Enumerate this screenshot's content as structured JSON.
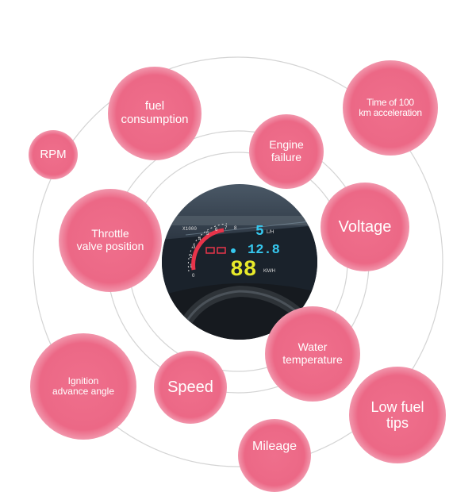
{
  "features": [
    {
      "id": "fuel",
      "label": "fuel\nconsumption"
    },
    {
      "id": "rpm",
      "label": "RPM"
    },
    {
      "id": "time100",
      "label": "Time of 100\nkm acceleration"
    },
    {
      "id": "engine",
      "label": "Engine\nfailure"
    },
    {
      "id": "throttle",
      "label": "Throttle\nvalve position"
    },
    {
      "id": "voltage",
      "label": "Voltage"
    },
    {
      "id": "water",
      "label": "Water\ntemperature"
    },
    {
      "id": "ignition",
      "label": "Ignition\nadvance angle"
    },
    {
      "id": "speed",
      "label": "Speed"
    },
    {
      "id": "lowfuel",
      "label": "Low fuel\ntips"
    },
    {
      "id": "mileage",
      "label": "Mileage"
    }
  ],
  "hud": {
    "rpm_scale": "X1000",
    "tick_labels": [
      "0",
      "1",
      "2",
      "3",
      "4",
      "5",
      "6",
      "7",
      "8"
    ],
    "fuel_rate": "5",
    "fuel_unit": "L/H",
    "voltage": "12.8",
    "speed": "88",
    "speed_unit": "KM/H"
  },
  "colors": {
    "bubble": "#ec6886",
    "orbit": "#d0d0d0",
    "hud_cyan": "#36c8ef",
    "hud_yellow": "#e8ea2a",
    "hud_red": "#e8344a"
  }
}
